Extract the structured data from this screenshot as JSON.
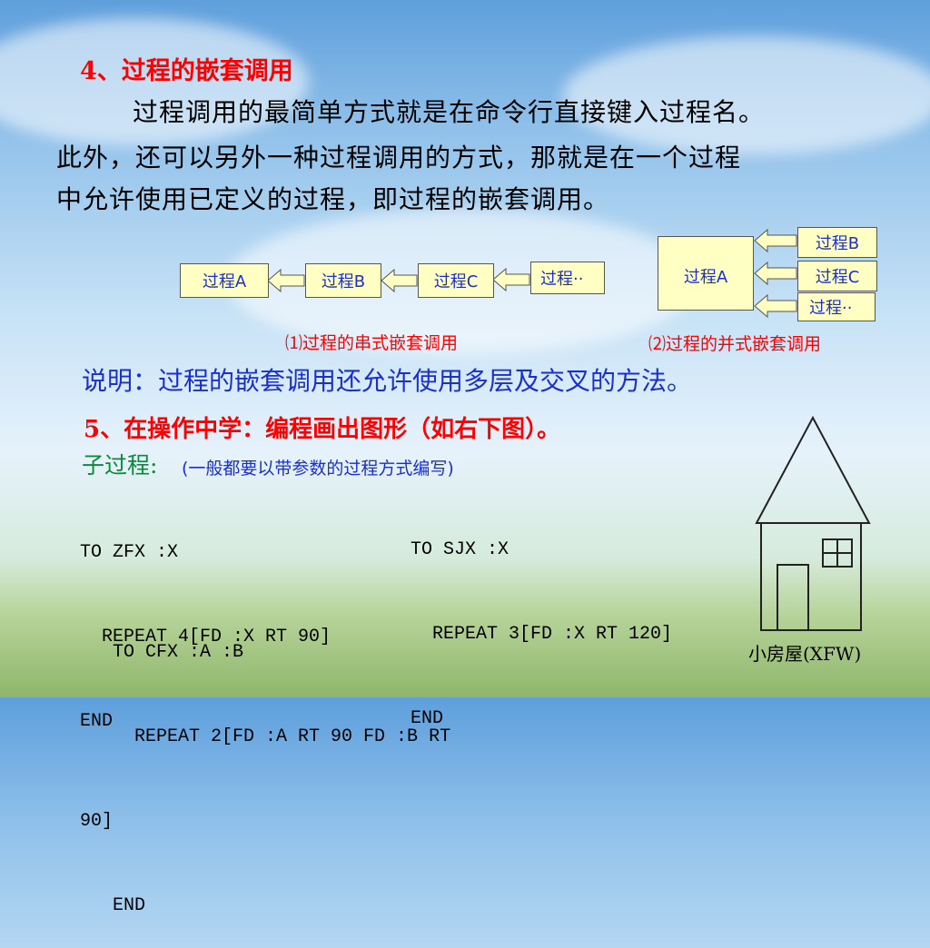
{
  "section4": {
    "title": "4、过程的嵌套调用",
    "para_line1": "过程调用的最简单方式就是在命令行直接键入过程名。",
    "para_line2": "此外，还可以另外一种过程调用的方式，那就是在一个过程",
    "para_line3": "中允许使用已定义的过程，即过程的嵌套调用。"
  },
  "serial": {
    "boxes": [
      "过程A",
      "过程B",
      "过程C",
      "过程··"
    ],
    "caption": "⑴过程的串式嵌套调用"
  },
  "parallel": {
    "main": "过程A",
    "boxes": [
      "过程B",
      "过程C",
      "过程··"
    ],
    "caption": "⑵过程的并式嵌套调用"
  },
  "note": "说明：过程的嵌套调用还允许使用多层及交叉的方法。",
  "section5": {
    "title": "5、在操作中学：编程画出图形（如右下图）。",
    "sub_label": "子过程:",
    "sub_hint": "(一般都要以带参数的过程方式编写)"
  },
  "code": {
    "zfx": [
      "TO ZFX :X",
      "  REPEAT 4[FD :X RT 90]",
      "END"
    ],
    "sjx": [
      "TO SJX :X",
      "  REPEAT 3[FD :X RT 120]",
      "END"
    ],
    "cfx": [
      "   TO CFX :A :B",
      "     REPEAT 2[FD :A RT 90 FD :B RT",
      "90]",
      "   END"
    ]
  },
  "house_caption": "小房屋(XFW)",
  "colors": {
    "title": "#ff0000",
    "note": "#1a2fd0",
    "sub": "#0a8a3a",
    "box_fill": "#ffffc4"
  }
}
